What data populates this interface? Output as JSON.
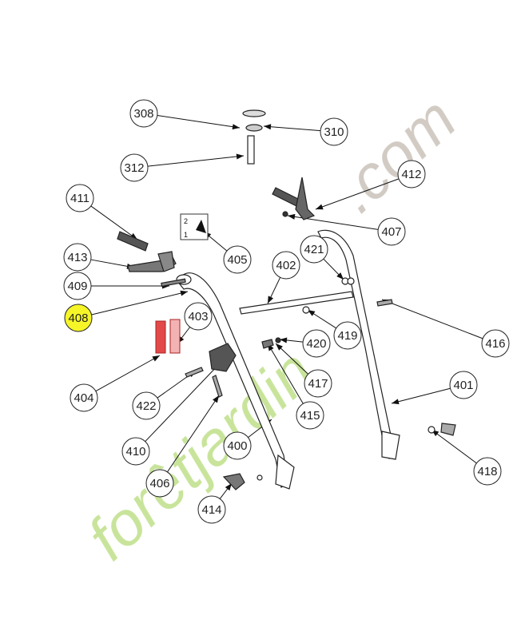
{
  "diagram": {
    "highlight_color": "#f6f528",
    "watermark_colors": {
      "green": "#bfe08a",
      "orange": "#f2b47a",
      "grey": "#c9c2ba"
    },
    "watermark": {
      "forestjardin": "forêtjardin",
      "dotcom": ".com"
    },
    "callouts": [
      {
        "id": "308",
        "label": "308",
        "highlight": false
      },
      {
        "id": "310",
        "label": "310",
        "highlight": false
      },
      {
        "id": "312",
        "label": "312",
        "highlight": false
      },
      {
        "id": "412",
        "label": "412",
        "highlight": false
      },
      {
        "id": "411",
        "label": "411",
        "highlight": false
      },
      {
        "id": "407",
        "label": "407",
        "highlight": false
      },
      {
        "id": "405",
        "label": "405",
        "highlight": false
      },
      {
        "id": "413",
        "label": "413",
        "highlight": false
      },
      {
        "id": "402",
        "label": "402",
        "highlight": false
      },
      {
        "id": "421",
        "label": "421",
        "highlight": false
      },
      {
        "id": "409",
        "label": "409",
        "highlight": false
      },
      {
        "id": "408",
        "label": "408",
        "highlight": true
      },
      {
        "id": "403",
        "label": "403",
        "highlight": false
      },
      {
        "id": "419",
        "label": "419",
        "highlight": false
      },
      {
        "id": "416",
        "label": "416",
        "highlight": false
      },
      {
        "id": "420",
        "label": "420",
        "highlight": false
      },
      {
        "id": "417",
        "label": "417",
        "highlight": false
      },
      {
        "id": "404",
        "label": "404",
        "highlight": false
      },
      {
        "id": "422",
        "label": "422",
        "highlight": false
      },
      {
        "id": "401",
        "label": "401",
        "highlight": false
      },
      {
        "id": "415",
        "label": "415",
        "highlight": false
      },
      {
        "id": "410",
        "label": "410",
        "highlight": false
      },
      {
        "id": "400",
        "label": "400",
        "highlight": false
      },
      {
        "id": "418",
        "label": "418",
        "highlight": false
      },
      {
        "id": "406",
        "label": "406",
        "highlight": false
      },
      {
        "id": "414",
        "label": "414",
        "highlight": false
      }
    ],
    "decal_405": {
      "top": "2",
      "bottom": "1"
    }
  }
}
